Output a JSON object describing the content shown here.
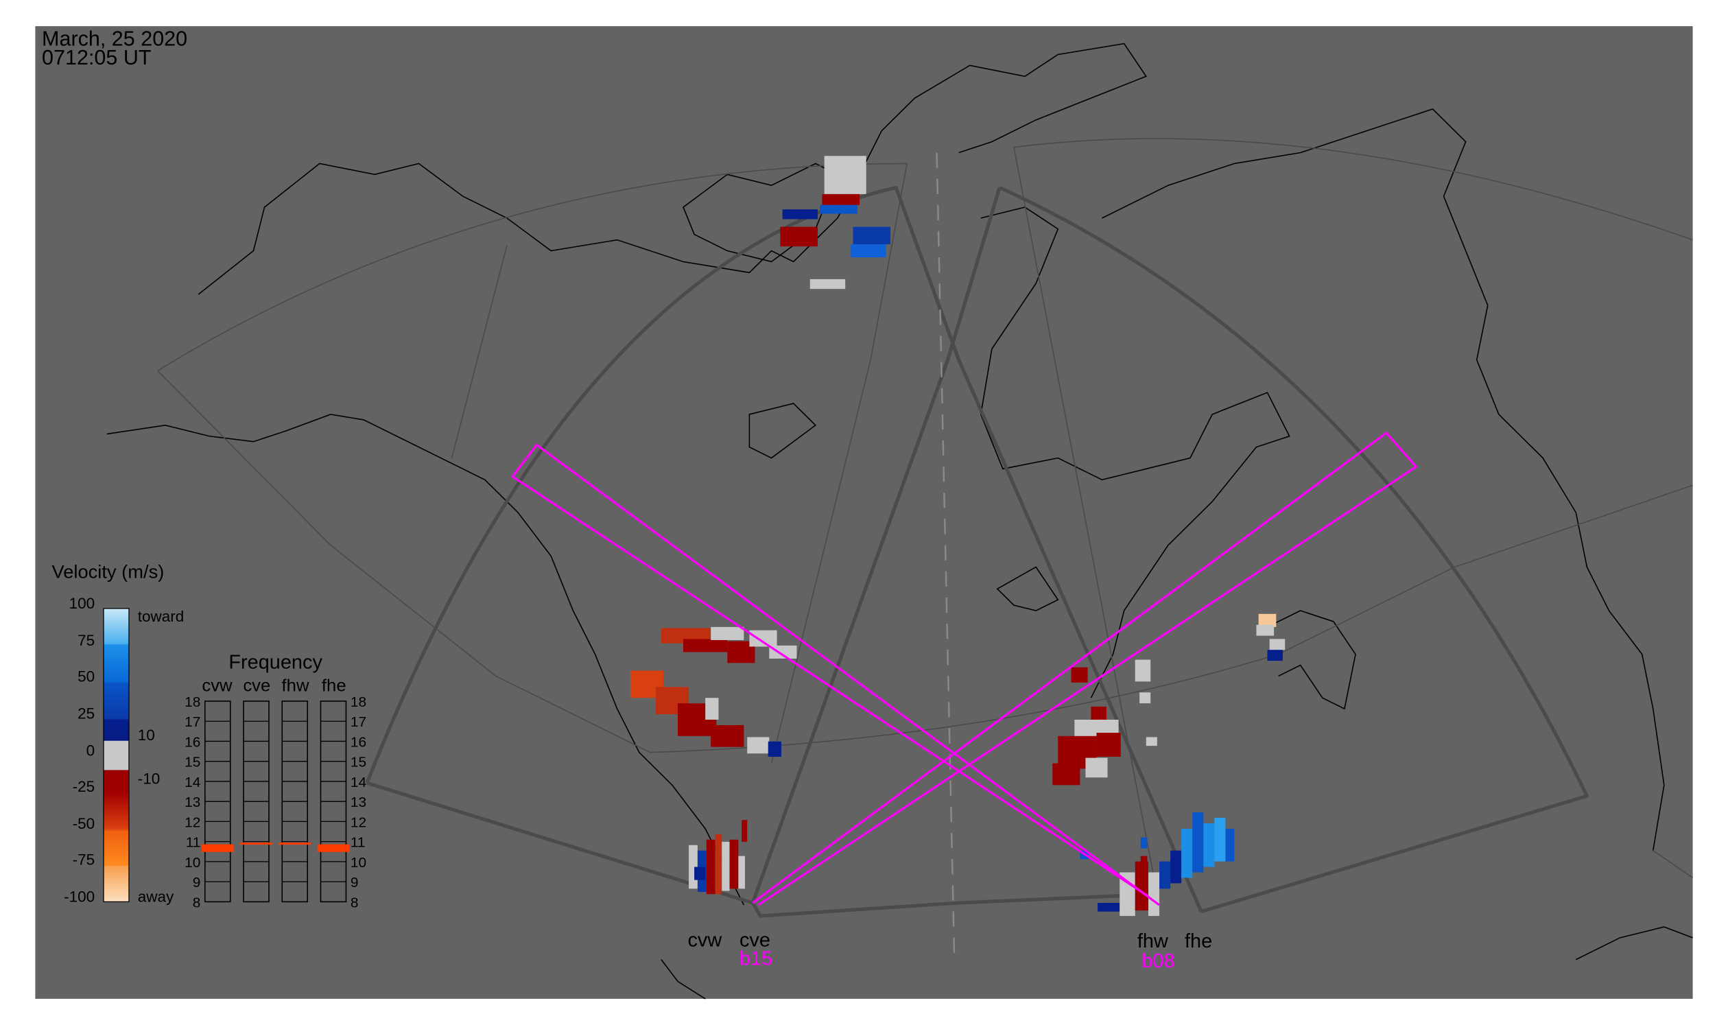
{
  "header": {
    "date": "March, 25 2020",
    "time": "0712:05 UT"
  },
  "legend": {
    "title": "Velocity (m/s)",
    "ticks": [
      "100",
      "75",
      "50",
      "25",
      "0",
      "-25",
      "-50",
      "-75",
      "-100"
    ],
    "toward_label": "toward",
    "away_label": "away",
    "ground_scatter_upper": "10",
    "ground_scatter_lower": "-10",
    "colors": {
      "toward_light": "#a8d8f0",
      "toward": "#1b8fe8",
      "toward_mid": "#0a55c8",
      "toward_dark": "#061f8f",
      "gray": "#c8c8c8",
      "away_dark": "#9a0000",
      "away_mid": "#c03010",
      "away": "#ff7a10",
      "away_light": "#f8c898"
    }
  },
  "frequency": {
    "title": "Frequency",
    "radars": [
      "cvw",
      "cve",
      "fhw",
      "fhe"
    ],
    "scale": [
      "18",
      "17",
      "16",
      "15",
      "14",
      "13",
      "12",
      "11",
      "10",
      "9",
      "8"
    ],
    "values_mhz": {
      "cvw": 10.7,
      "cve": 10.9,
      "fhw": 10.9,
      "fhe": 10.7
    }
  },
  "stations": {
    "cvw": "cvw",
    "cve": "cve",
    "cve_beam": "b15",
    "fhw": "fhw",
    "fhe": "fhe",
    "fhw_beam": "b08"
  },
  "colors": {
    "background": "#636363",
    "beam": "#ff00ff",
    "fan": "#4b4b4b"
  }
}
